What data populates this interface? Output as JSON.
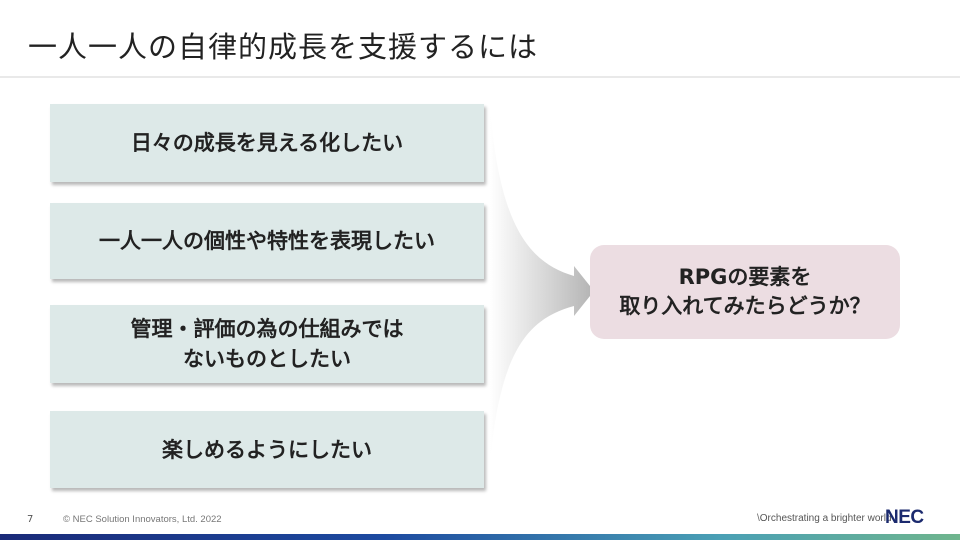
{
  "slide": {
    "title": "一人一人の自律的成長を支援するには",
    "boxes": [
      {
        "text": "日々の成長を見える化したい"
      },
      {
        "text": "一人一人の個性や特性を表現したい"
      },
      {
        "text": "管理・評価の為の仕組みでは\nないものとしたい"
      },
      {
        "text": "楽しめるようにしたい"
      }
    ],
    "conclusion": "RPGの要素を\n取り入れてみたらどうか？"
  },
  "footer": {
    "page_number": "7",
    "copyright": "© NEC Solution Innovators, Ltd. 2022",
    "slogan": "Orchestrating a brighter world",
    "logo": "NEC"
  },
  "colors": {
    "box_bg": "#dde9e8",
    "conclusion_bg": "#ecdde2",
    "logo": "#1b2a6e"
  }
}
